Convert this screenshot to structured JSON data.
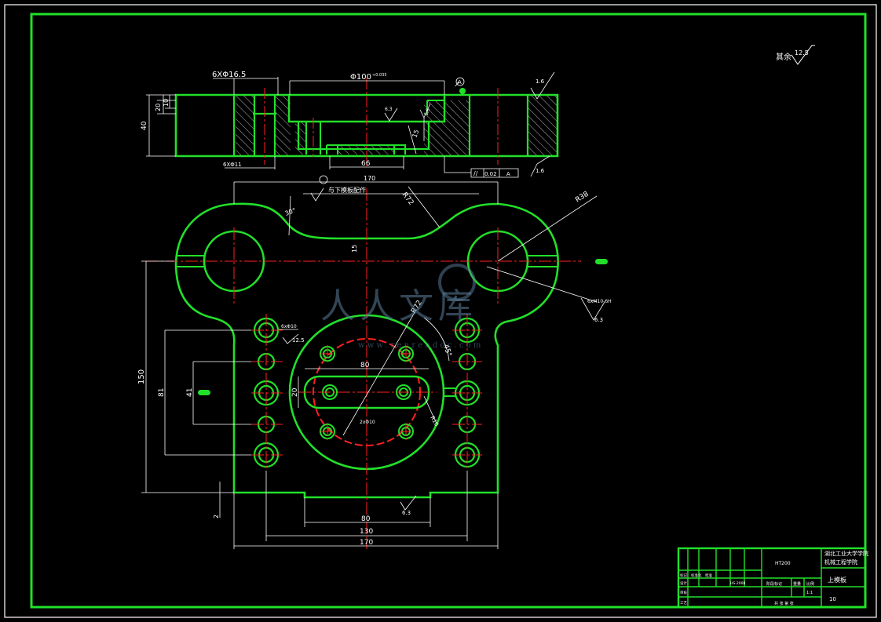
{
  "colors": {
    "background": "#000000",
    "outline": "#22e02a",
    "dimension": "#ffffff",
    "centerline": "#ff2020",
    "watermark": "#5b7e9c"
  },
  "roughness_note": {
    "prefix": "其余",
    "value": "12.5"
  },
  "section_view": {
    "hole_note": "6XΦ16.5",
    "bore_note": "Φ100",
    "bore_tolerance": "+0.035",
    "datum_circle": "A",
    "counterbore_note": "6XΦ11",
    "dim_overall_height": "40",
    "dim_step_1": "20",
    "dim_step_2": "10",
    "dim_inner": "66",
    "dim_right_depth": "15",
    "roughness_left": "1.6",
    "roughness_right": "1.6",
    "roughness_small": "6.3",
    "roughness_groove": "1.6",
    "tolerance_symbol": "//",
    "tolerance_value": "0.02",
    "tolerance_datum": "A"
  },
  "plan_view": {
    "dim_top_width": "170",
    "note_top": "与下模板配作",
    "radius_top": "R72",
    "angle_left": "30°",
    "dim_offset": "15",
    "radius_right": "R38",
    "thread_note": "6xM10-6H",
    "roughness_right": "6.3",
    "radius_center": "R72",
    "small_hole_note": "6xΦ10",
    "roughness_hole": "12.5",
    "angle_right": "45°",
    "dim_slot_width": "80",
    "dim_slot_height": "20",
    "slot_radius": "R10",
    "pcd_note": "2xΦ10",
    "dim_height_150": "150",
    "dim_height_81": "81",
    "dim_height_41": "41",
    "dim_bottom_2": "2",
    "roughness_bottom": "6.3",
    "dim_bottom_80": "80",
    "dim_bottom_130": "130",
    "dim_bottom_170": "170"
  },
  "watermark": {
    "text": "人人文库",
    "url": "w w w . r e n r e n d o c . c o m"
  },
  "title_block": {
    "school": "湖北工业大学学院",
    "department": "机械工程学院",
    "part_name": "上模板",
    "drawing_no": "HS-2008",
    "material": "HT200",
    "scale": "1:1",
    "sheet": "共 张 第 张",
    "quantity": "10",
    "row_labels": [
      "标记",
      "设计",
      "审核",
      "工艺",
      "标准化",
      "批准"
    ],
    "header_cells": [
      "阶段标记",
      "重量",
      "比例"
    ]
  }
}
